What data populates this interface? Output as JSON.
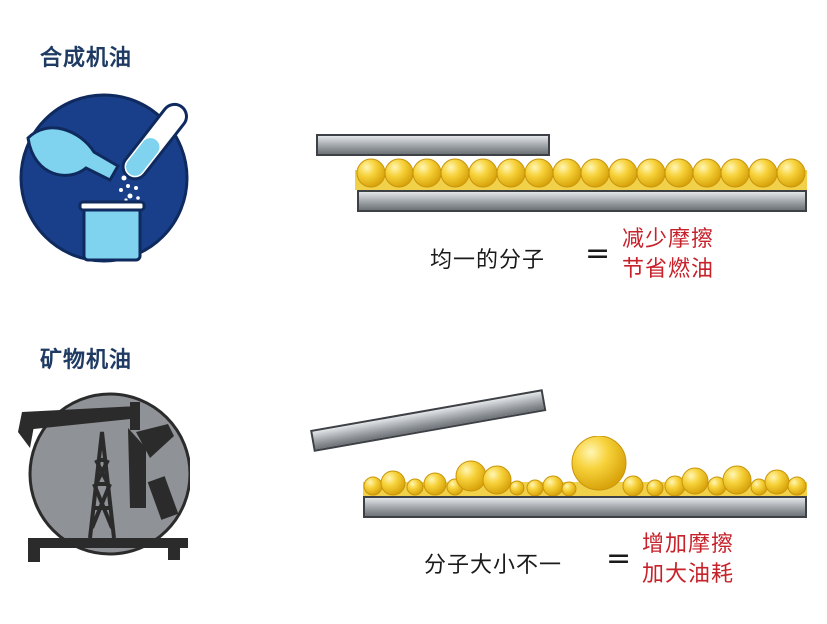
{
  "synthetic": {
    "title": "合成机油",
    "icon": "lab-flask-beaker-icon",
    "equation": {
      "left": "均一的分子",
      "sign": "=",
      "right_line1": "减少摩擦",
      "right_line2": "节省燃油"
    }
  },
  "mineral": {
    "title": "矿物机油",
    "icon": "oil-pumpjack-derrick-icon",
    "equation": {
      "left": "分子大小不一",
      "sign": "=",
      "right_line1": "增加摩擦",
      "right_line2": "加大油耗"
    }
  },
  "colors": {
    "navy": "#1a3f8a",
    "light_blue": "#7fd3ee",
    "oil_yellow": "#f2c21a",
    "metal": "#9a9ea3",
    "text_red": "#c7212a"
  }
}
